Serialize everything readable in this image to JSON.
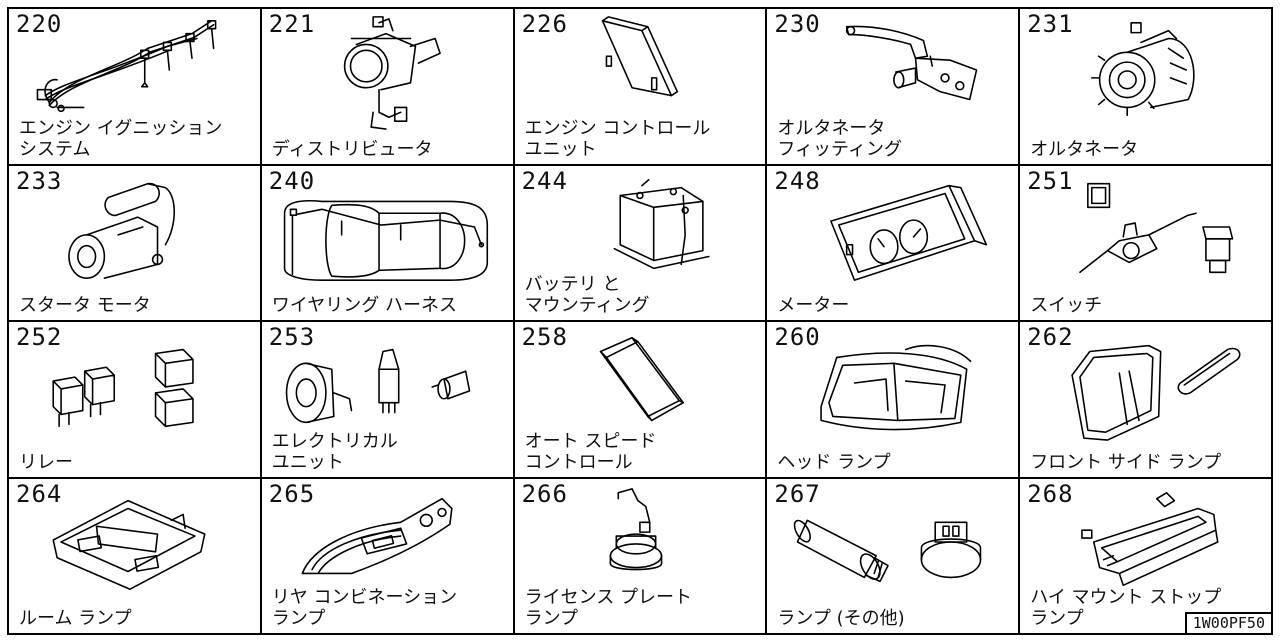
{
  "diagram_code": "1W00PF50",
  "cells": [
    {
      "num": "220",
      "label1": "エンジン イグニッション",
      "label2": "システム"
    },
    {
      "num": "221",
      "label1": "ディストリビュータ",
      "label2": ""
    },
    {
      "num": "226",
      "label1": "エンジン コントロール",
      "label2": "ユニット"
    },
    {
      "num": "230",
      "label1": "オルタネータ",
      "label2": "フィッティング"
    },
    {
      "num": "231",
      "label1": "オルタネータ",
      "label2": ""
    },
    {
      "num": "233",
      "label1": "スタータ モータ",
      "label2": ""
    },
    {
      "num": "240",
      "label1": "ワイヤリング ハーネス",
      "label2": ""
    },
    {
      "num": "244",
      "label1": "バッテリ と",
      "label2": "マウンティング"
    },
    {
      "num": "248",
      "label1": "メーター",
      "label2": ""
    },
    {
      "num": "251",
      "label1": "スイッチ",
      "label2": ""
    },
    {
      "num": "252",
      "label1": "リレー",
      "label2": ""
    },
    {
      "num": "253",
      "label1": "エレクトリカル",
      "label2": "ユニット"
    },
    {
      "num": "258",
      "label1": "オート スピード",
      "label2": "コントロール"
    },
    {
      "num": "260",
      "label1": "ヘッド ランプ",
      "label2": ""
    },
    {
      "num": "262",
      "label1": "フロント サイド ランプ",
      "label2": ""
    },
    {
      "num": "264",
      "label1": "ルーム ランプ",
      "label2": ""
    },
    {
      "num": "265",
      "label1": "リヤ コンビネーション",
      "label2": "ランプ"
    },
    {
      "num": "266",
      "label1": "ライセンス プレート",
      "label2": "ランプ"
    },
    {
      "num": "267",
      "label1": "ランプ (その他)",
      "label2": ""
    },
    {
      "num": "268",
      "label1": "ハイ マウント ストップ",
      "label2": "ランプ"
    }
  ]
}
